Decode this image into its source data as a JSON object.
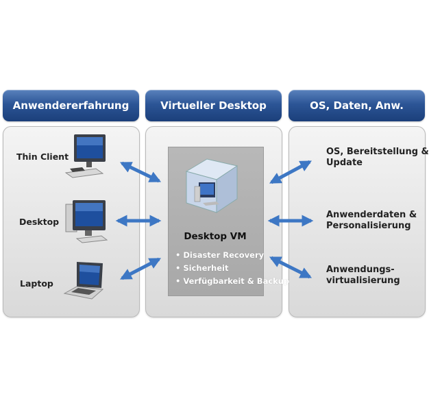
{
  "headers": {
    "left": "Anwendererfahrung",
    "middle": "Virtueller Desktop",
    "right": "OS, Daten, Anw."
  },
  "devices": [
    {
      "label": "Thin Client",
      "icon": "thin-client-monitor-icon"
    },
    {
      "label": "Desktop",
      "icon": "desktop-pc-icon"
    },
    {
      "label": "Laptop",
      "icon": "laptop-icon"
    }
  ],
  "vm": {
    "title": "Desktop VM",
    "icon": "desktop-vm-cube-icon",
    "features": [
      "Disaster Recovery",
      "Sicherheit",
      "Verfügbarkeit & Backup"
    ]
  },
  "services": [
    {
      "line1": "OS, Bereitstellung &",
      "line2": "Update"
    },
    {
      "line1": "Anwenderdaten &",
      "line2": "Personalisierung"
    },
    {
      "line1": "Anwendungs-",
      "line2": "virtualisierung"
    }
  ],
  "colors": {
    "header_blue": "#2c5596",
    "arrow_blue": "#3d77c4",
    "panel_gray": "#e4e4e4",
    "vm_box_gray": "#b0b0b0"
  }
}
